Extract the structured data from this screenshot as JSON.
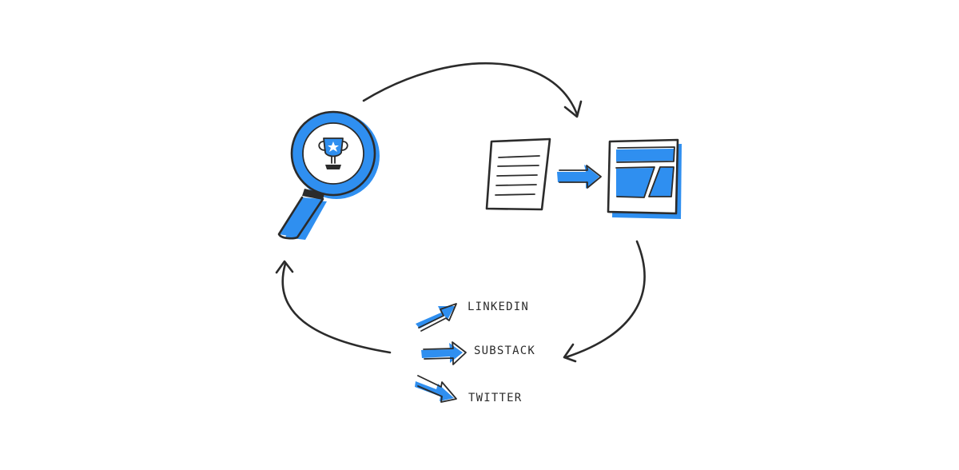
{
  "colors": {
    "accent": "#2f8ff0",
    "ink": "#2b2b2b",
    "background": "#ffffff"
  },
  "icons": {
    "research": "magnifying-glass-trophy-icon",
    "draft": "document-icon",
    "convert": "arrow-right-icon",
    "layout": "article-layout-icon"
  },
  "channels": [
    {
      "label": "LINKEDIN"
    },
    {
      "label": "SUBSTACK"
    },
    {
      "label": "TWITTER"
    }
  ]
}
